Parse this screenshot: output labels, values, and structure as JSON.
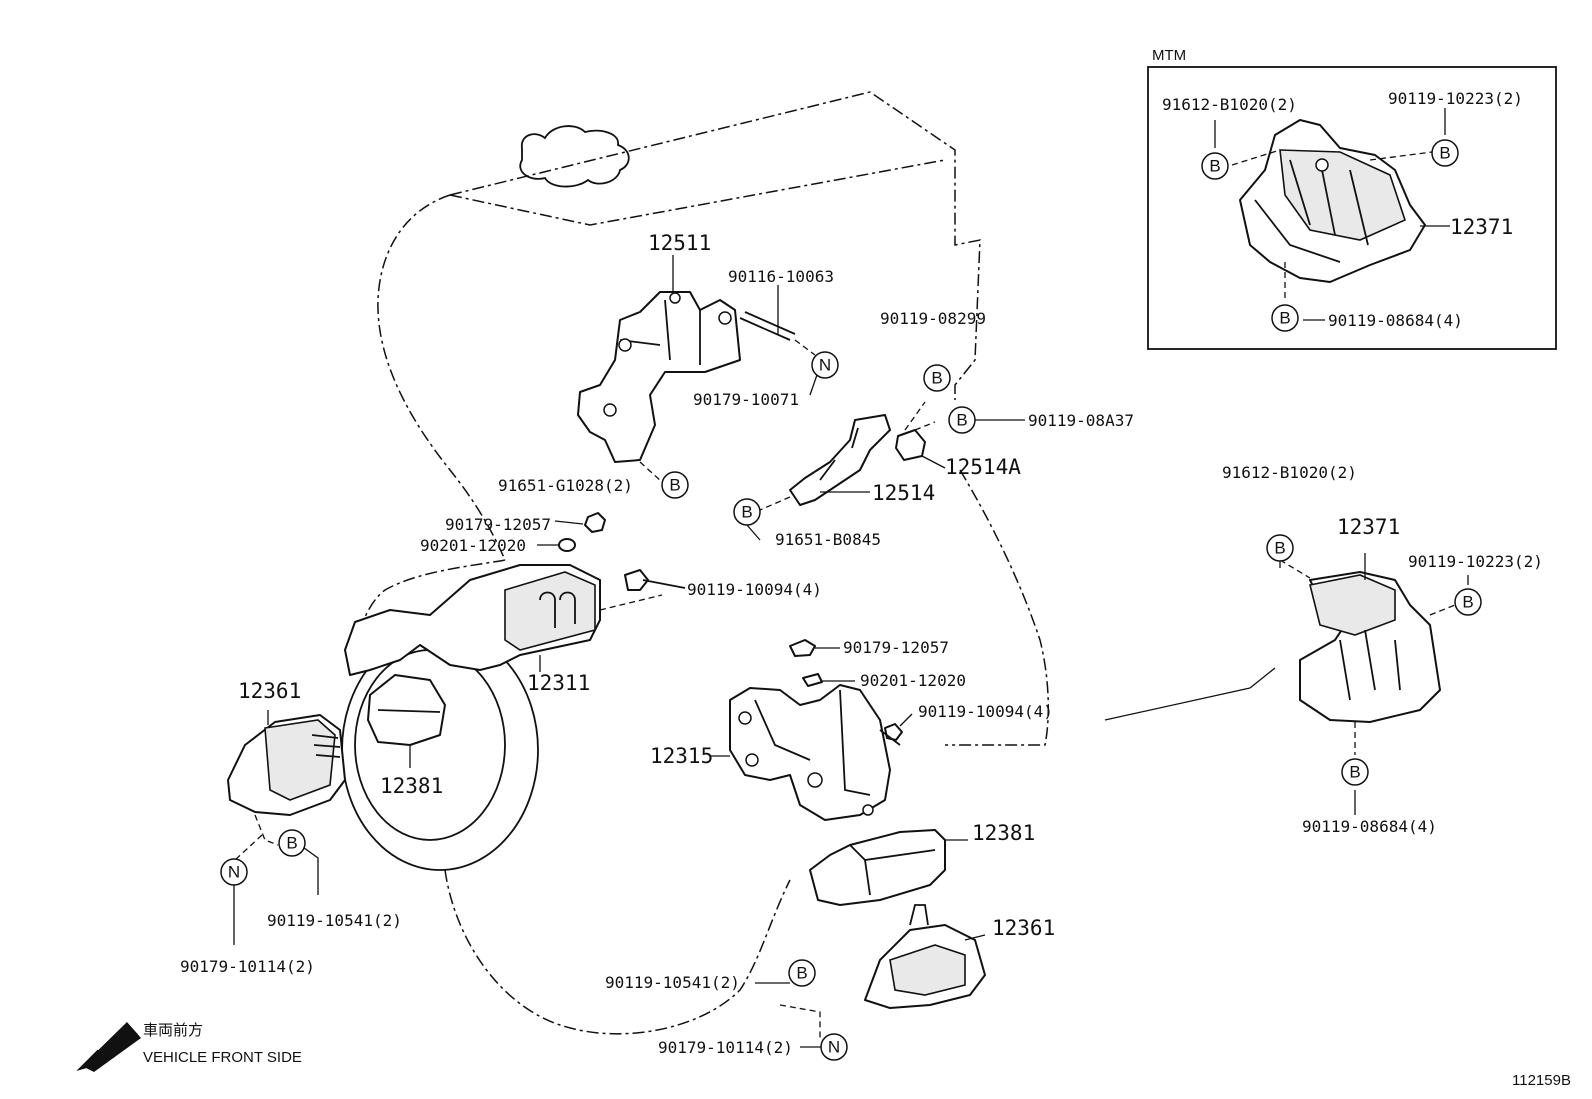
{
  "inset": {
    "title": "MTM",
    "labels": {
      "bolt_a": "91612-B1020(2)",
      "bolt_b": "90119-10223(2)",
      "mount": "12371",
      "bolt_c": "90119-08684(4)"
    }
  },
  "markers": {
    "b": "B",
    "n": "N"
  },
  "labels": {
    "p12511": "12511",
    "p90116_10063": "90116-10063",
    "p90179_10071": "90179-10071",
    "p91651_g1028": "91651-G1028(2)",
    "p90119_08299": "90119-08299",
    "p90119_08a37": "90119-08A37",
    "p12514a": "12514A",
    "p12514": "12514",
    "p91651_b0845": "91651-B0845",
    "p90179_12057_a": "90179-12057",
    "p90201_12020_a": "90201-12020",
    "p90119_10094_a": "90119-10094(4)",
    "p12311": "12311",
    "p12361_a": "12361",
    "p12381_a": "12381",
    "p90119_10541_a": "90119-10541(2)",
    "p90179_10114_a": "90179-10114(2)",
    "p90179_12057_b": "90179-12057",
    "p90201_12020_b": "90201-12020",
    "p90119_10094_b": "90119-10094(4)",
    "p12315": "12315",
    "p12381_b": "12381",
    "p12361_b": "12361",
    "p90119_10541_b": "90119-10541(2)",
    "p90179_10114_b": "90179-10114(2)",
    "p91612_b1020": "91612-B1020(2)",
    "p12371": "12371",
    "p90119_10223": "90119-10223(2)",
    "p90119_08684": "90119-08684(4)"
  },
  "direction": {
    "japanese": "車両前方",
    "english": "VEHICLE FRONT SIDE"
  },
  "figure_id": "112159B"
}
